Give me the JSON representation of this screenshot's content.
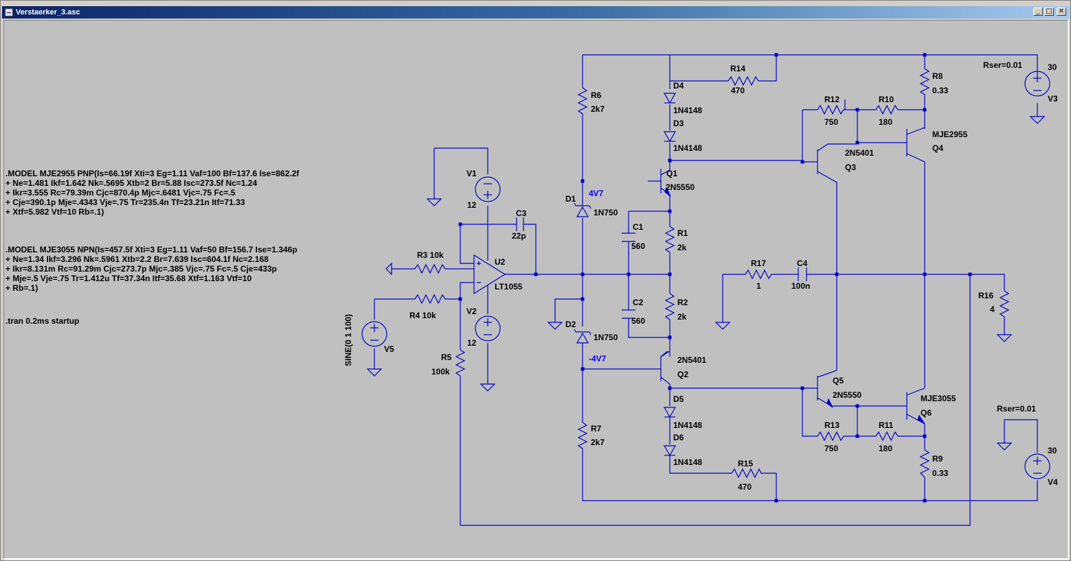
{
  "window": {
    "title": "Verstaerker_3.asc",
    "minimize": "_",
    "maximize": "□",
    "close": "✕"
  },
  "colors": {
    "wire": "#0000c8",
    "component": "#0000c8",
    "text": "#000000",
    "netlabel": "#0000ff",
    "background": "#c0c0c0"
  },
  "spice": {
    "model1": [
      ".MODEL MJE2955 PNP(Is=66.19f Xti=3 Eg=1.11 Vaf=100 Bf=137.6 Ise=862.2f",
      "+ Ne=1.481 Ikf=1.642 Nk=.5695 Xtb=2 Br=5.88 Isc=273.5f Nc=1.24",
      "+ Ikr=3.555 Rc=79.39m Cjc=870.4p Mjc=.6481 Vjc=.75 Fc=.5",
      "+ Cje=390.1p Mje=.4343 Vje=.75 Tr=235.4n Tf=23.21n Itf=71.33",
      "+ Xtf=5.982 Vtf=10 Rb=.1)"
    ],
    "model2": [
      ".MODEL MJE3055 NPN(Is=457.5f Xti=3 Eg=1.11 Vaf=50 Bf=156.7 Ise=1.346p",
      "+ Ne=1.34 Ikf=3.296 Nk=.5961 Xtb=2.2 Br=7.639 Isc=604.1f Nc=2.168",
      "+ Ikr=8.131m Rc=91.29m Cjc=273.7p Mjc=.385 Vjc=.75 Fc=.5 Cje=433p",
      "+ Mje=.5 Vje=.75 Tr=1.412u Tf=37.34n Itf=35.68 Xtf=1.163 Vtf=10",
      "+ Rb=.1)"
    ],
    "tran": ".tran 0.2ms startup"
  },
  "labels": {
    "v1_name": "V1",
    "v1_val": "12",
    "v2_name": "V2",
    "v2_val": "12",
    "v3_name": "V3",
    "v3_val": "30",
    "v3_rser": "Rser=0.01",
    "v4_name": "V4",
    "v4_val": "30",
    "v4_rser": "Rser=0.01",
    "v5_name": "V5",
    "v5_val": "SINE(0 1 100)",
    "c3_name": "C3",
    "c3_val": "22p",
    "u2_name": "U2",
    "u2_val": "LT1055",
    "r3": "R3 10k",
    "r4": "R4 10k",
    "r5_name": "R5",
    "r5_val": "100k",
    "r6_name": "R6",
    "r6_val": "2k7",
    "r7_name": "R7",
    "r7_val": "2k7",
    "d1_name": "D1",
    "d1_val": "1N750",
    "d1_net": "4V7",
    "d2_name": "D2",
    "d2_val": "1N750",
    "d2_net": "-4V7",
    "c1_name": "C1",
    "c1_val": "560",
    "c2_name": "C2",
    "c2_val": "560",
    "r1_name": "R1",
    "r1_val": "2k",
    "r2_name": "R2",
    "r2_val": "2k",
    "q1_name": "Q1",
    "q1_val": "2N5550",
    "q2_name": "Q2",
    "q2_val": "2N5401",
    "d4_name": "D4",
    "d4_val": "1N4148",
    "d3_name": "D3",
    "d3_val": "1N4148",
    "d5_name": "D5",
    "d5_val": "1N4148",
    "d6_name": "D6",
    "d6_val": "1N4148",
    "r14_name": "R14",
    "r14_val": "470",
    "r15_name": "R15",
    "r15_val": "470",
    "r12_name": "R12",
    "r12_val": "750",
    "r10_name": "R10",
    "r10_val": "180",
    "r13_name": "R13",
    "r13_val": "750",
    "r11_name": "R11",
    "r11_val": "180",
    "q3_val": "2N5401",
    "q3_name": "Q3",
    "q4_val": "MJE2955",
    "q4_name": "Q4",
    "q5_name": "Q5",
    "q5_val": "2N5550",
    "q6_val": "MJE3055",
    "q6_name": "Q6",
    "r8_name": "R8",
    "r8_val": "0.33",
    "r9_name": "R9",
    "r9_val": "0.33",
    "r17_name": "R17",
    "r17_val": "1",
    "c4_name": "C4",
    "c4_val": "100n",
    "r16_name": "R16",
    "r16_val": "4"
  }
}
